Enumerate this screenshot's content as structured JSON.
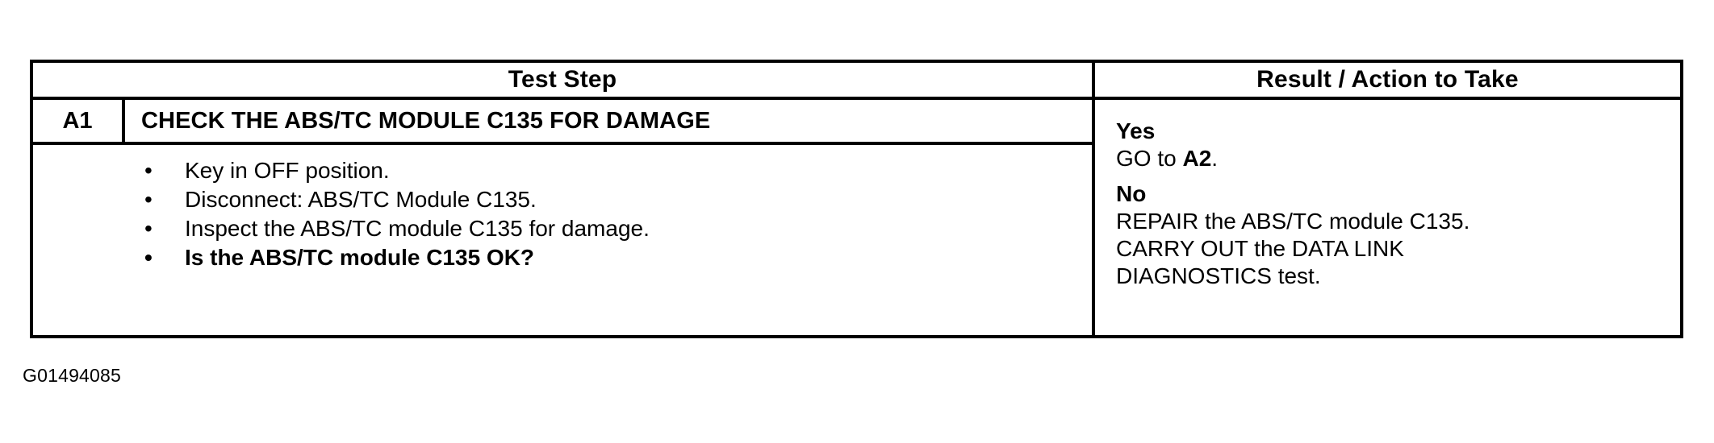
{
  "figure": {
    "caption": "G01494085"
  },
  "table": {
    "headers": {
      "test_step": "Test Step",
      "result_action": "Result / Action to Take"
    },
    "step": {
      "id": "A1",
      "title": "CHECK THE ABS/TC MODULE C135 FOR DAMAGE",
      "bullet_glyph": "•",
      "bullets": [
        {
          "text": "Key in OFF position.",
          "bold": false
        },
        {
          "text": "Disconnect: ABS/TC Module C135.",
          "bold": false
        },
        {
          "text": "Inspect the ABS/TC module C135 for damage.",
          "bold": false
        },
        {
          "text": "Is the ABS/TC module C135 OK?",
          "bold": true
        }
      ]
    },
    "results": [
      {
        "label": "Yes",
        "lines": [
          {
            "prefix": "GO to ",
            "emphasis": "A2",
            "suffix": "."
          }
        ]
      },
      {
        "label": "No",
        "lines": [
          {
            "prefix": "REPAIR the ABS/TC module C135.",
            "emphasis": "",
            "suffix": ""
          },
          {
            "prefix": "CARRY OUT the DATA LINK",
            "emphasis": "",
            "suffix": ""
          },
          {
            "prefix": "DIAGNOSTICS test.",
            "emphasis": "",
            "suffix": ""
          }
        ]
      }
    ]
  },
  "colors": {
    "ink": "#000000",
    "paper": "#ffffff"
  }
}
